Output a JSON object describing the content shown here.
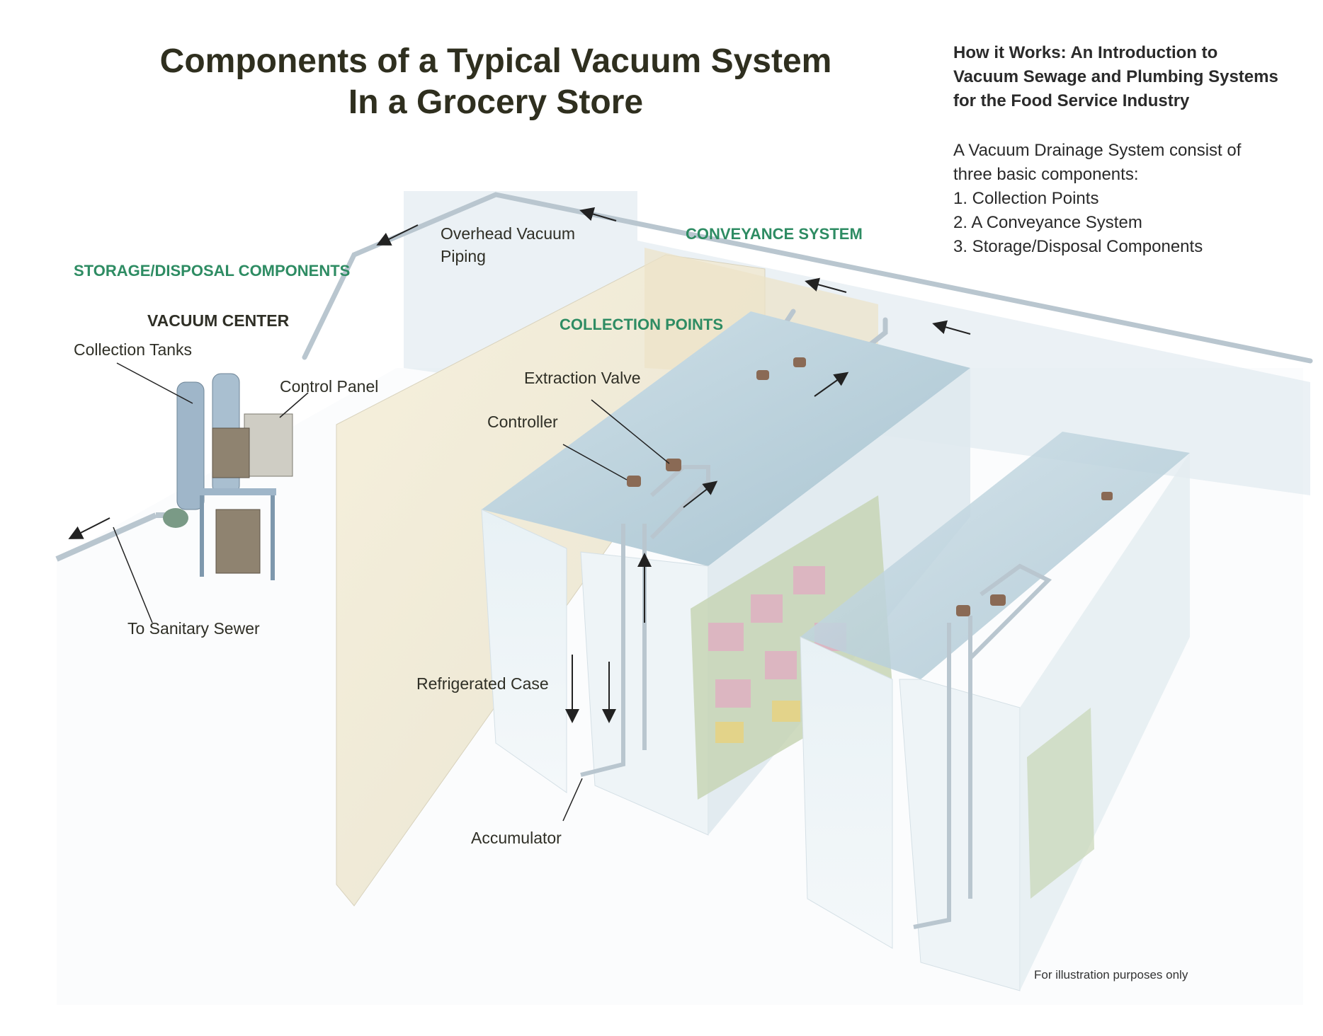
{
  "title": {
    "line1": "Components of a Typical Vacuum System",
    "line2": "In a Grocery Store"
  },
  "sidebar": {
    "heading_lines": [
      "How it Works:  An Introduction to",
      "Vacuum Sewage and Plumbing Systems",
      "for the Food Service Industry"
    ],
    "intro_lines": [
      "A Vacuum Drainage System consist of",
      "three basic components:",
      "1. Collection Points",
      "2. A Conveyance System",
      "3. Storage/Disposal Components"
    ]
  },
  "section_labels": {
    "storage_disposal": "STORAGE/DISPOSAL COMPONENTS",
    "conveyance": "CONVEYANCE SYSTEM",
    "collection_points": "COLLECTION POINTS",
    "vacuum_center": "VACUUM CENTER"
  },
  "callouts": {
    "overhead_piping_line1": "Overhead Vacuum",
    "overhead_piping_line2": "Piping",
    "collection_tanks": "Collection Tanks",
    "control_panel": "Control Panel",
    "extraction_valve": "Extraction Valve",
    "controller": "Controller",
    "sanitary_sewer": "To Sanitary Sewer",
    "refrigerated_case": "Refrigerated Case",
    "accumulator": "Accumulator"
  },
  "footnote": "For illustration purposes only",
  "colors": {
    "title": "#2f2f1f",
    "section_green": "#2e8c63",
    "pipe": "#c9d2d8",
    "case_top": "#bcd3dd",
    "wall": "#efe8d4"
  }
}
